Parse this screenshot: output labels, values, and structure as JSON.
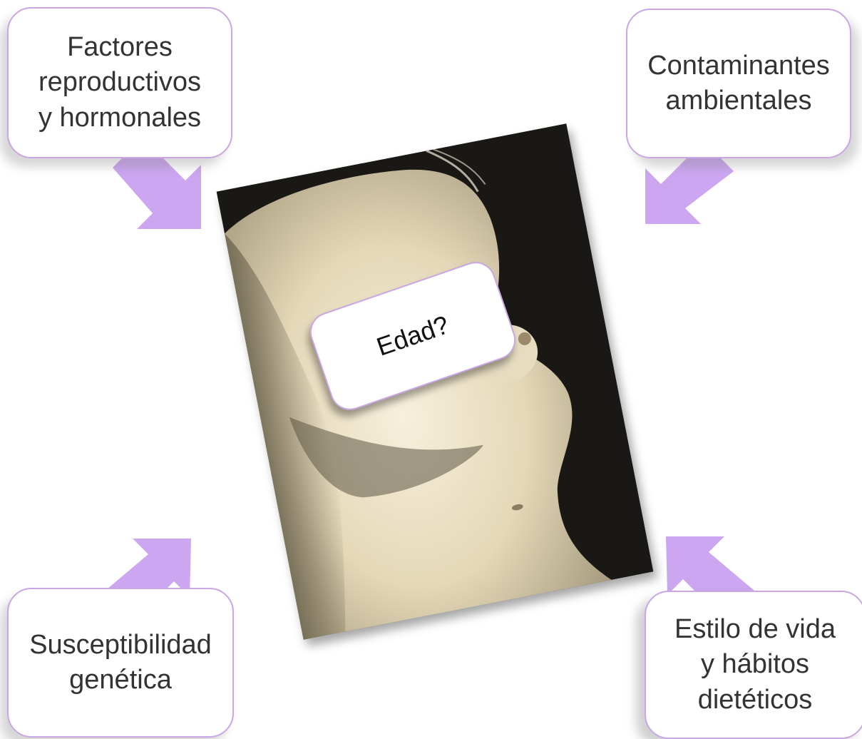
{
  "factors": {
    "top_left": "Factores\nreproductivos\ny hormonales",
    "top_right": "Contaminantes\nambientales",
    "bottom_left": "Susceptibilidad\ngenética",
    "bottom_right": "Estilo de vida\ny hábitos\ndietéticos"
  },
  "center_label": "Edad?",
  "colors": {
    "arrow": "#cca6f0",
    "box_border": "#c9a6e4",
    "photo_tone": "#e8dcc0"
  }
}
